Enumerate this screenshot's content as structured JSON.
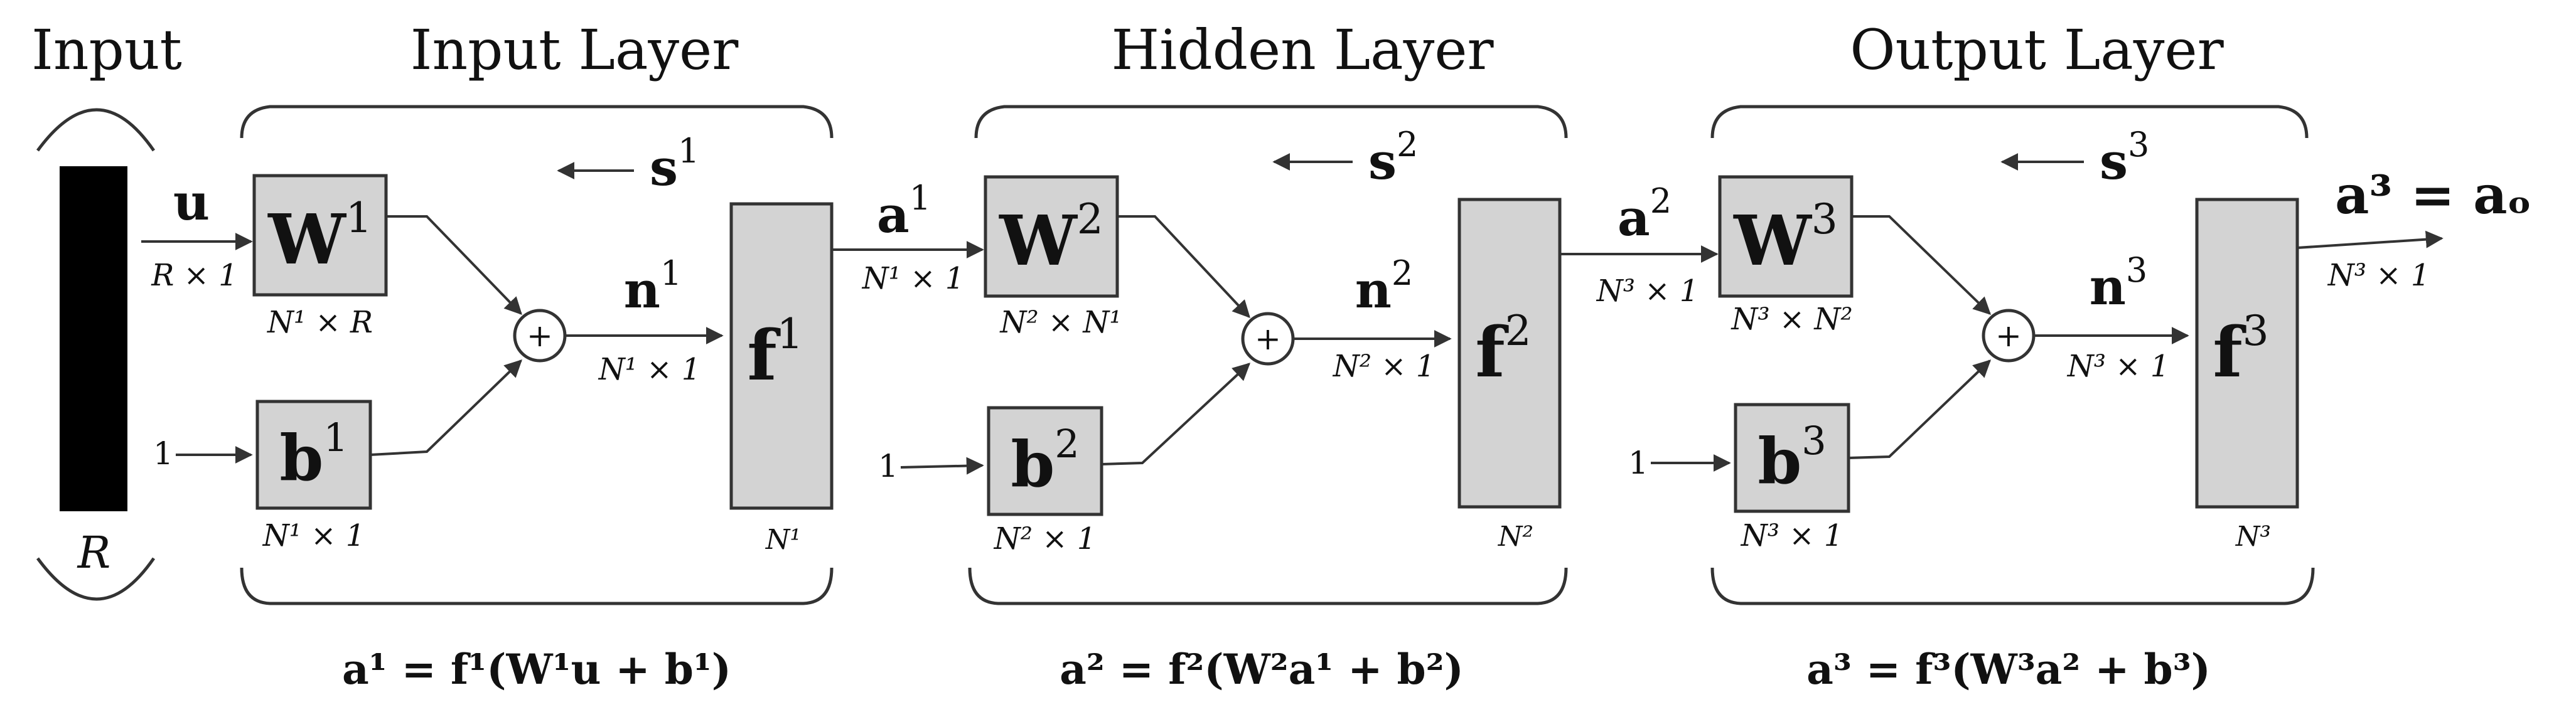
{
  "titles": {
    "input": "Input",
    "input_layer": "Input Layer",
    "hidden_layer": "Hidden Layer",
    "output_layer": "Output Layer"
  },
  "input": {
    "dim": "R",
    "vec": "u",
    "vec_dim": "R × 1",
    "bias_in": "1"
  },
  "layers": [
    {
      "s": "s",
      "s_sup": "1",
      "W": "W",
      "W_sup": "1",
      "W_dim": "N¹ × R",
      "b": "b",
      "b_sup": "1",
      "b_dim": "N¹ × 1",
      "n": "n",
      "n_sup": "1",
      "n_dim": "N¹ × 1",
      "f": "f",
      "f_sup": "1",
      "f_dim": "N¹",
      "bias_in": "1",
      "equation": "a¹ = f¹(W¹u + b¹)"
    },
    {
      "s": "s",
      "s_sup": "2",
      "W": "W",
      "W_sup": "2",
      "W_dim": "N² × N¹",
      "b": "b",
      "b_sup": "2",
      "b_dim": "N² × 1",
      "n": "n",
      "n_sup": "2",
      "n_dim": "N² × 1",
      "f": "f",
      "f_sup": "2",
      "f_dim": "N²",
      "bias_in": "1",
      "equation": "a² = f²(W²a¹ + b²)"
    },
    {
      "s": "s",
      "s_sup": "3",
      "W": "W",
      "W_sup": "3",
      "W_dim": "N³ × N²",
      "b": "b",
      "b_sup": "3",
      "b_dim": "N³ × 1",
      "n": "n",
      "n_sup": "3",
      "n_dim": "N³ × 1",
      "f": "f",
      "f_sup": "3",
      "f_dim": "N³",
      "bias_in": "1",
      "equation": "a³ = f³(W³a² + b³)"
    }
  ],
  "connections": [
    {
      "a": "a",
      "a_sup": "1",
      "dim": "N¹ × 1"
    },
    {
      "a": "a",
      "a_sup": "2",
      "dim": "N³ × 1"
    }
  ],
  "output": {
    "label": "a³ = aₒ",
    "dim": "N³ × 1"
  },
  "sum_symbol": "+"
}
